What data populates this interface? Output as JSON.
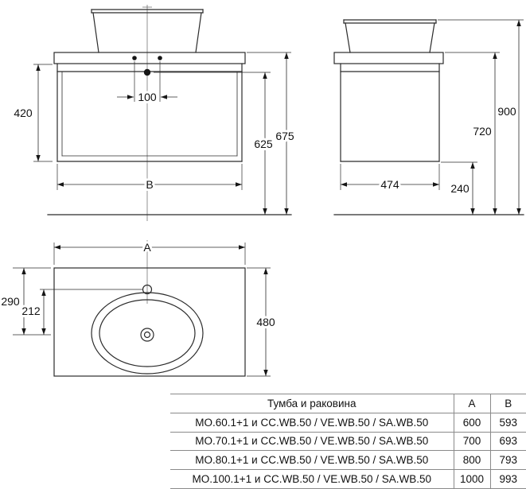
{
  "dims": {
    "cabinet_height": "420",
    "faucet_spacing": "100",
    "height_to_faucet": "625",
    "height_to_top": "675",
    "width_b": "B",
    "depth": "474",
    "floor_clearance": "240",
    "height_720": "720",
    "height_900": "900",
    "width_a": "A",
    "top_290": "290",
    "top_212": "212",
    "top_depth": "480"
  },
  "table": {
    "headers": {
      "name": "Тумба и раковина",
      "a": "A",
      "b": "B"
    },
    "rows": [
      {
        "name": "MO.60.1+1 и CC.WB.50 / VE.WB.50 / SA.WB.50",
        "a": "600",
        "b": "593"
      },
      {
        "name": "MO.70.1+1 и CC.WB.50 / VE.WB.50 / SA.WB.50",
        "a": "700",
        "b": "693"
      },
      {
        "name": "MO.80.1+1 и CC.WB.50 / VE.WB.50 / SA.WB.50",
        "a": "800",
        "b": "793"
      },
      {
        "name": "MO.100.1+1 и CC.WB.50 / VE.WB.50 / SA.WB.50",
        "a": "1000",
        "b": "993"
      }
    ]
  }
}
